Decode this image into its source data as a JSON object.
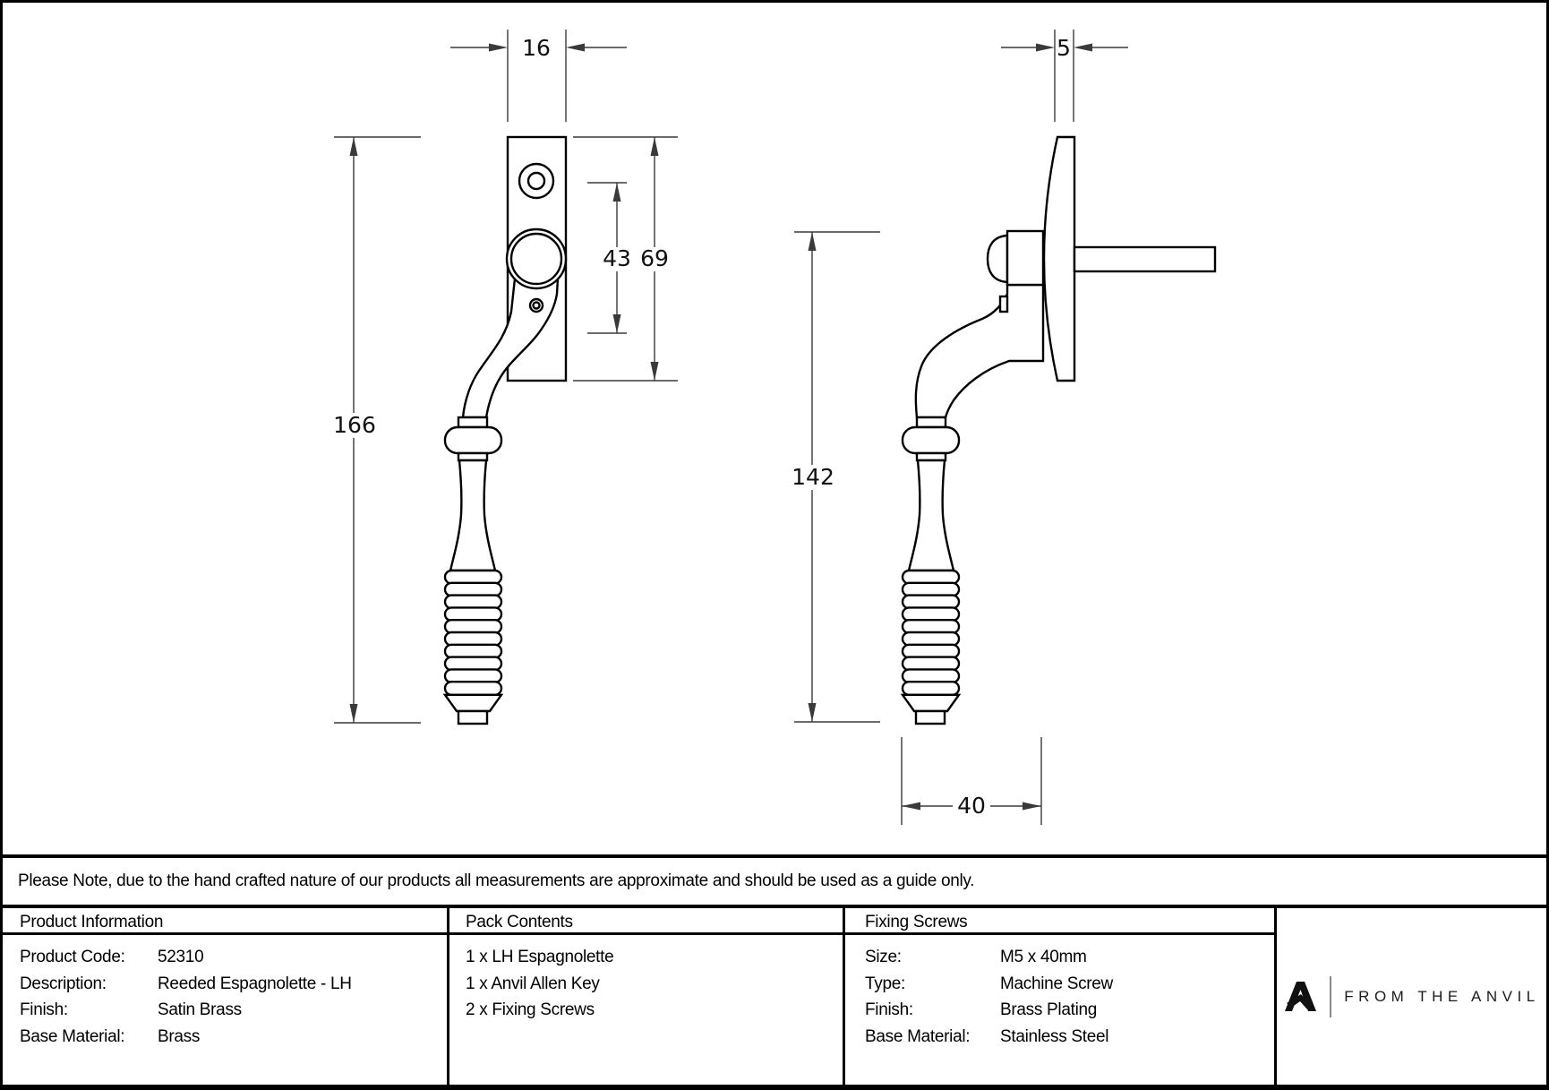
{
  "colors": {
    "line": "#000000",
    "dimension": "#3a3a3a",
    "logo_bar": "#8a8a8a",
    "background": "#ffffff"
  },
  "dimensions": {
    "front": {
      "plate_width": "16",
      "plate_height": "69",
      "hole_spacing": "43",
      "overall_height": "166"
    },
    "side": {
      "plate_thickness": "5",
      "handle_height": "142",
      "projection": "40"
    }
  },
  "note": {
    "text": "Please Note, due to the hand crafted nature of our products all measurements are approximate and should be used as a guide only."
  },
  "table": {
    "product_information": {
      "header": "Product Information",
      "rows": [
        {
          "label": "Product Code:",
          "value": "52310"
        },
        {
          "label": "Description:",
          "value": "Reeded Espagnolette - LH"
        },
        {
          "label": "Finish:",
          "value": "Satin Brass"
        },
        {
          "label": "Base Material:",
          "value": "Brass"
        }
      ]
    },
    "pack_contents": {
      "header": "Pack Contents",
      "items": [
        "1 x LH Espagnolette",
        "1 x Anvil Allen Key",
        "2 x Fixing Screws"
      ]
    },
    "fixing_screws": {
      "header": "Fixing Screws",
      "rows": [
        {
          "label": "Size:",
          "value": "M5 x 40mm"
        },
        {
          "label": "Type:",
          "value": "Machine Screw"
        },
        {
          "label": "Finish:",
          "value": "Brass Plating"
        },
        {
          "label": "Base Material:",
          "value": "Stainless Steel"
        }
      ]
    }
  },
  "logo": {
    "brand_text": "FROM THE ANVIL"
  }
}
